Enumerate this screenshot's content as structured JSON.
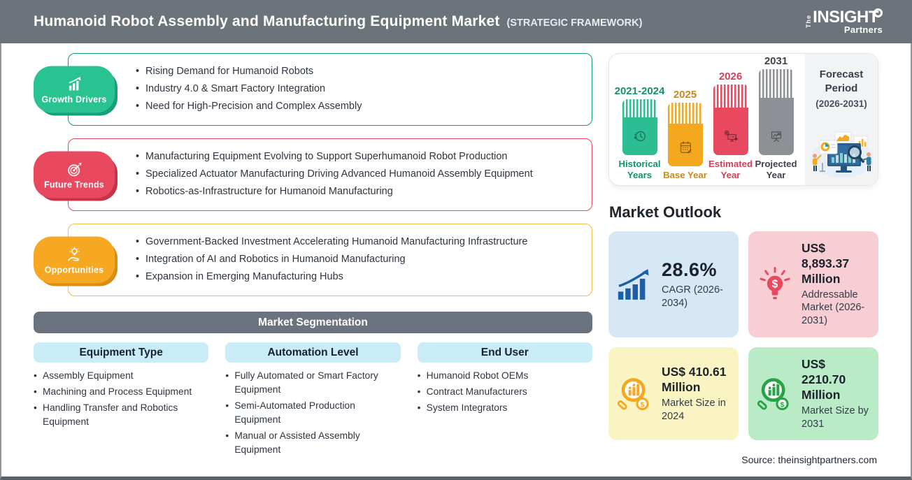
{
  "header": {
    "title": "Humanoid Robot Assembly and Manufacturing Equipment Market",
    "subtitle": "(STRATEGIC FRAMEWORK)",
    "logo_the": "The",
    "logo_insight": "INSIGHT",
    "logo_partners": "Partners"
  },
  "drivers": [
    {
      "label": "Growth Drivers",
      "icon": "growth-chart-icon",
      "pill_color": "#29c392",
      "border_color": "#0e9c78",
      "bullets": [
        "Rising Demand for Humanoid Robots",
        "Industry 4.0 & Smart Factory Integration",
        "Need for High-Precision and Complex Assembly"
      ]
    },
    {
      "label": "Future Trends",
      "icon": "target-icon",
      "pill_color": "#e8495f",
      "border_color": "#e8495f",
      "bullets": [
        "Manufacturing Equipment Evolving to Support Superhumanoid Robot Production",
        "Specialized Actuator Manufacturing Driving Advanced Humanoid Assembly Equipment",
        "Robotics-as-Infrastructure for Humanoid Manufacturing"
      ]
    },
    {
      "label": "Opportunities",
      "icon": "idea-hand-icon",
      "pill_color": "#f7a823",
      "border_color": "#f0c24a",
      "bullets": [
        "Government-Backed Investment Accelerating Humanoid Manufacturing Infrastructure",
        "Integration of AI and Robotics in Humanoid Manufacturing",
        "Expansion in Emerging Manufacturing Hubs"
      ]
    }
  ],
  "segmentation": {
    "title": "Market Segmentation",
    "columns": [
      {
        "header": "Equipment Type",
        "items": [
          "Assembly Equipment",
          "Machining and Process Equipment",
          "Handling Transfer and Robotics Equipment"
        ]
      },
      {
        "header": "Automation Level",
        "items": [
          "Fully Automated or Smart Factory Equipment",
          "Semi-Automated Production Equipment",
          "Manual or Assisted Assembly Equipment"
        ]
      },
      {
        "header": "End User",
        "items": [
          "Humanoid Robot OEMs",
          "Contract Manufacturers",
          "System Integrators"
        ]
      }
    ]
  },
  "chart_data": {
    "type": "bar",
    "title": "Forecast timeline",
    "categories": [
      "2021-2024",
      "2025",
      "2026",
      "2031"
    ],
    "values": [
      84,
      96,
      106,
      129
    ],
    "bar_roles": [
      "Historical Years",
      "Base Year",
      "Estimated Year",
      "Projected Year"
    ],
    "bar_colors": [
      "#2dbd92",
      "#f5a71e",
      "#e8495f",
      "#8d9095"
    ],
    "label_colors": [
      "#12916c",
      "#c9881a",
      "#d33f58",
      "#3f444c"
    ],
    "bar_icons": [
      "history-clock-icon",
      "calendar-icon",
      "estimated-monitor-icon",
      "projected-screen-icon"
    ],
    "stripe_fraction": 0.33,
    "annotation_title": "Forecast Period",
    "annotation_range": "(2026-2031)",
    "grid": false,
    "legend": false
  },
  "outlook": {
    "title": "Market Outlook",
    "cards": [
      {
        "value": "28.6%",
        "desc": "CAGR (2026-2034)",
        "bg": "#d6e8f5",
        "icon": "cagr-bars-icon",
        "icon_color": "#1b5fa8"
      },
      {
        "value": "US$ 8,893.37 Million",
        "desc": "Addressable Market (2026-2031)",
        "bg": "#f8ced5",
        "icon": "bulb-dollar-icon",
        "icon_color": "#e8495f"
      },
      {
        "value": "US$ 410.61 Million",
        "desc": "Market Size in 2024",
        "bg": "#faf3c2",
        "icon": "magnifier-chart-icon",
        "icon_color": "#f5a71e"
      },
      {
        "value": "US$ 2210.70 Million",
        "desc": "Market Size by 2031",
        "bg": "#b9ecc6",
        "icon": "magnifier-chart-icon",
        "icon_color": "#27a345"
      }
    ]
  },
  "source": "Source: theinsightpartners.com"
}
